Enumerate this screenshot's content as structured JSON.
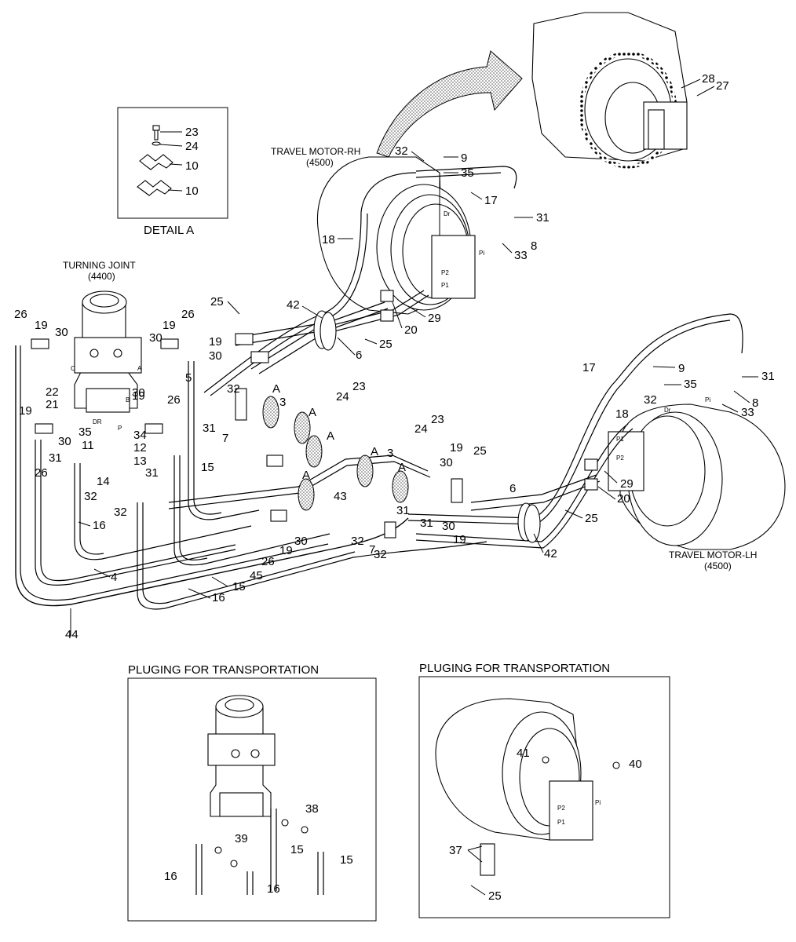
{
  "detail": {
    "title": "DETAIL A",
    "labels": [
      "23",
      "24",
      "10",
      "10"
    ]
  },
  "components": {
    "turning_joint": {
      "name": "TURNING JOINT",
      "code": "(4400)"
    },
    "motor_rh": {
      "name": "TRAVEL MOTOR-RH",
      "code": "(4500)"
    },
    "motor_lh": {
      "name": "TRAVEL MOTOR-LH",
      "code": "(4500)"
    }
  },
  "ports": {
    "rh": [
      "Dr",
      "Pi",
      "P2",
      "P1"
    ],
    "lh": [
      "Dr",
      "Pi",
      "P1",
      "P2"
    ],
    "joint": [
      "C",
      "A",
      "B",
      "DR",
      "P"
    ],
    "plug_lh": [
      "P2",
      "P1",
      "Pi"
    ]
  },
  "section_markers": [
    "A",
    "A",
    "A",
    "A",
    "A",
    "A"
  ],
  "part_labels": {
    "top": [
      "28",
      "27",
      "32",
      "9",
      "35",
      "17",
      "31",
      "18",
      "33",
      "8",
      "29",
      "20",
      "25",
      "42",
      "6",
      "25"
    ],
    "left": [
      "26",
      "19",
      "30",
      "19",
      "30",
      "26",
      "22",
      "21",
      "5",
      "32",
      "31",
      "7",
      "19",
      "30",
      "35",
      "34",
      "11",
      "12",
      "13",
      "14",
      "31",
      "32",
      "32",
      "31",
      "26",
      "19",
      "30",
      "26",
      "16",
      "15",
      "4",
      "44",
      "15",
      "45",
      "26",
      "19",
      "30",
      "16",
      "19",
      "30",
      "24",
      "23",
      "3",
      "43"
    ],
    "right": [
      "3",
      "24",
      "23",
      "19",
      "30",
      "25",
      "6",
      "30",
      "19",
      "31",
      "31",
      "32",
      "7",
      "32",
      "42",
      "17",
      "9",
      "31",
      "35",
      "8",
      "33",
      "32",
      "18",
      "29",
      "20",
      "25"
    ],
    "plug_left": [
      "38",
      "39",
      "15",
      "15",
      "16",
      "16"
    ],
    "plug_right": [
      "41",
      "40",
      "37",
      "25"
    ]
  },
  "plug_sections": {
    "left_title": "PLUGING FOR TRANSPORTATION",
    "right_title": "PLUGING FOR TRANSPORTATION"
  }
}
